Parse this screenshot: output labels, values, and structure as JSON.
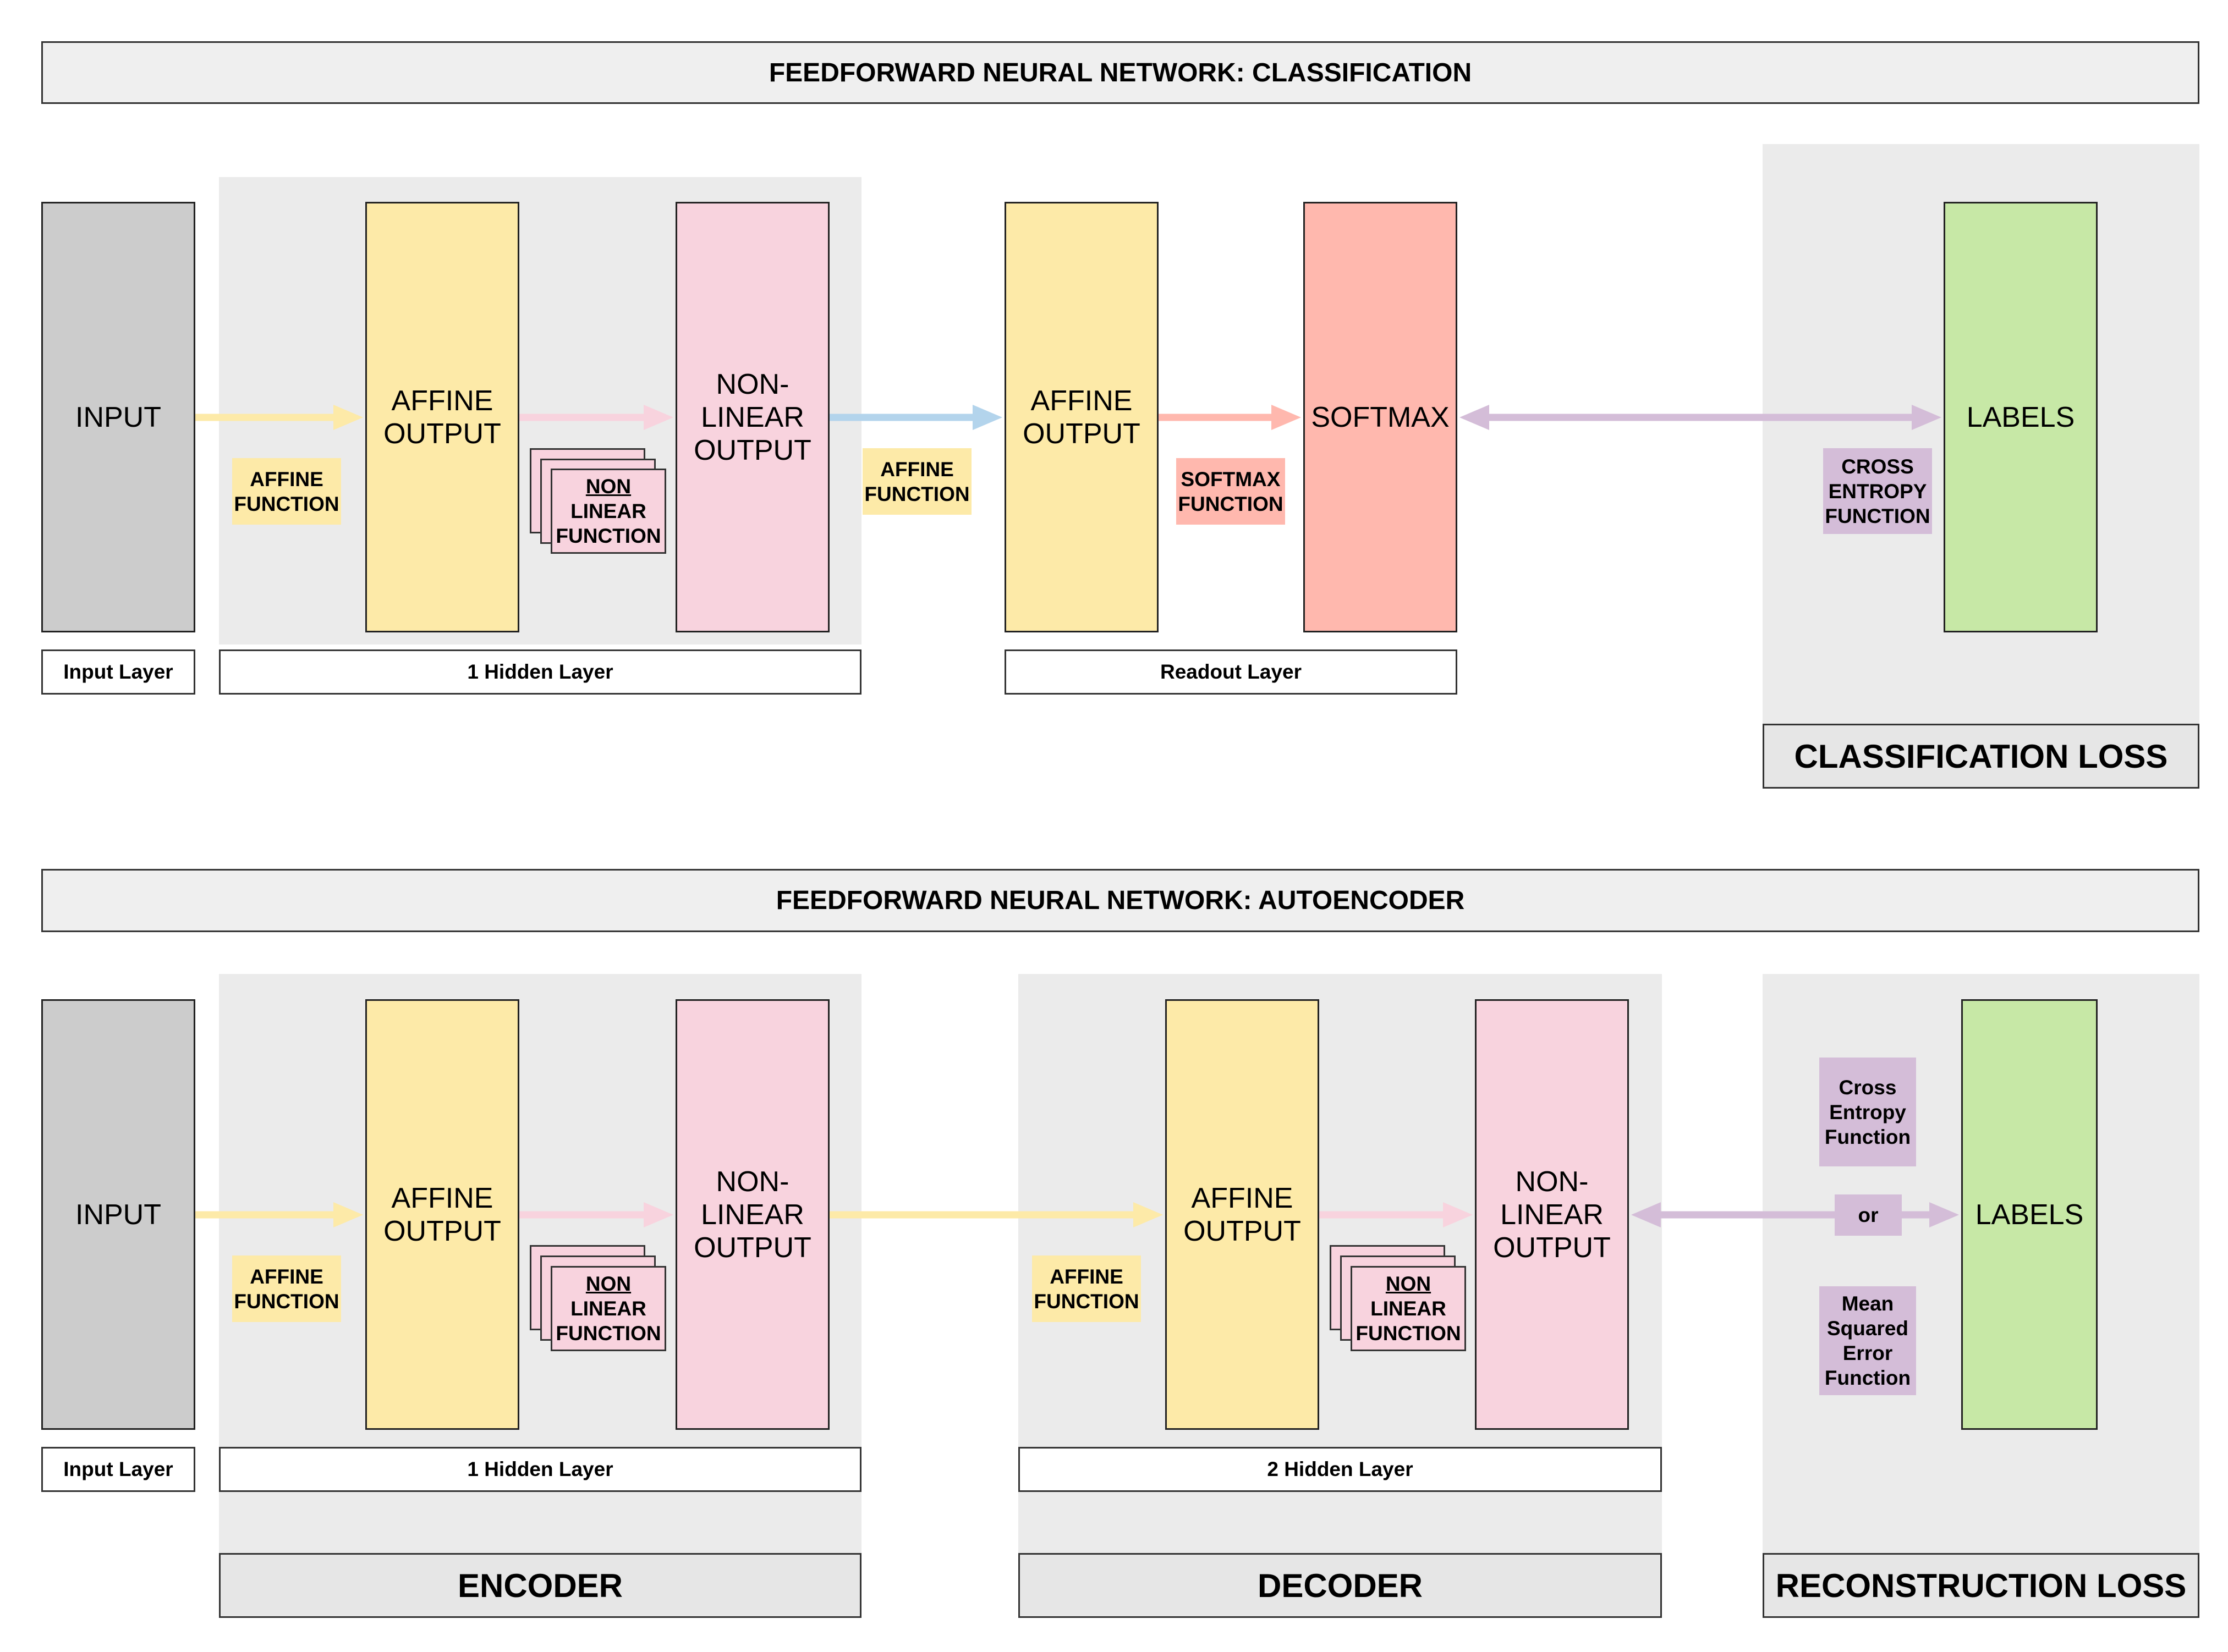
{
  "classification": {
    "title": "FEEDFORWARD NEURAL NETWORK: CLASSIFICATION",
    "input": "INPUT",
    "affine_function_1": "AFFINE\nFUNCTION",
    "affine_output_1": "AFFINE\nOUTPUT",
    "nonlinear_function": {
      "line1": "NON",
      "line2": "LINEAR",
      "line3": "FUNCTION"
    },
    "nonlinear_output": "NON-\nLINEAR\nOUTPUT",
    "affine_function_2": "AFFINE\nFUNCTION",
    "affine_output_2": "AFFINE\nOUTPUT",
    "softmax_function": "SOFTMAX\nFUNCTION",
    "softmax": "SOFTMAX",
    "cross_entropy_function": "CROSS\nENTROPY\nFUNCTION",
    "labels": "LABELS",
    "layer_labels": {
      "input": "Input Layer",
      "hidden": "1 Hidden Layer",
      "readout": "Readout Layer"
    },
    "loss_label": "CLASSIFICATION LOSS"
  },
  "autoencoder": {
    "title": "FEEDFORWARD NEURAL NETWORK: AUTOENCODER",
    "input": "INPUT",
    "affine_function_1": "AFFINE\nFUNCTION",
    "affine_output_1": "AFFINE\nOUTPUT",
    "nonlinear_function_1": {
      "line1": "NON",
      "line2": "LINEAR",
      "line3": "FUNCTION"
    },
    "nonlinear_output_1": "NON-\nLINEAR\nOUTPUT",
    "affine_function_2": "AFFINE\nFUNCTION",
    "affine_output_2": "AFFINE\nOUTPUT",
    "nonlinear_function_2": {
      "line1": "NON",
      "line2": "LINEAR",
      "line3": "FUNCTION"
    },
    "nonlinear_output_2": "NON-\nLINEAR\nOUTPUT",
    "cross_entropy_function": "Cross\nEntropy\nFunction",
    "or": "or",
    "mse_function": "Mean\nSquared\nError\nFunction",
    "labels": "LABELS",
    "layer_labels": {
      "input": "Input Layer",
      "hidden1": "1 Hidden Layer",
      "hidden2": "2 Hidden Layer"
    },
    "section_labels": {
      "encoder": "ENCODER",
      "decoder": "DECODER",
      "loss": "RECONSTRUCTION LOSS"
    }
  },
  "colors": {
    "arrow_yellow": "#fdeaa8",
    "arrow_pink": "#f8d3de",
    "arrow_blue": "#b3d4ec",
    "arrow_salmon": "#ffb8ae",
    "arrow_purple": "#d4bdd8"
  }
}
